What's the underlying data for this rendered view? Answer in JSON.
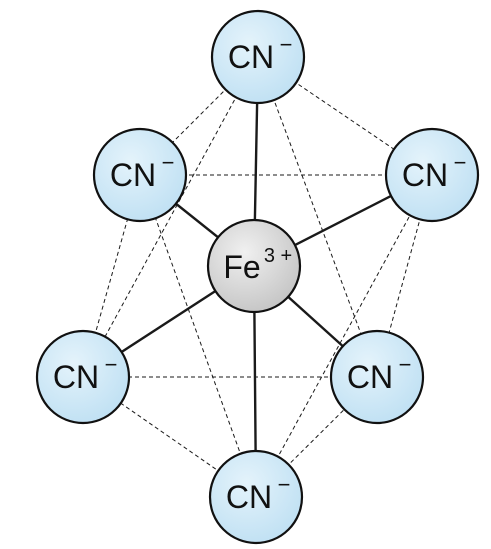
{
  "diagram": {
    "center_ion": {
      "symbol": "Fe",
      "charge": "3 +"
    },
    "ligands": [
      {
        "id": "top",
        "formula": "CN",
        "charge": "−"
      },
      {
        "id": "upper-left",
        "formula": "CN",
        "charge": "−"
      },
      {
        "id": "upper-right",
        "formula": "CN",
        "charge": "−"
      },
      {
        "id": "lower-left",
        "formula": "CN",
        "charge": "−"
      },
      {
        "id": "lower-right",
        "formula": "CN",
        "charge": "−"
      },
      {
        "id": "bottom",
        "formula": "CN",
        "charge": "−"
      }
    ],
    "colors": {
      "ligand_fill": "#bfe0f3",
      "ligand_fill_light": "#e4f3fb",
      "metal_fill": "#c4c4c4",
      "metal_fill_light": "#f0f0f0",
      "outline": "#111111"
    }
  }
}
